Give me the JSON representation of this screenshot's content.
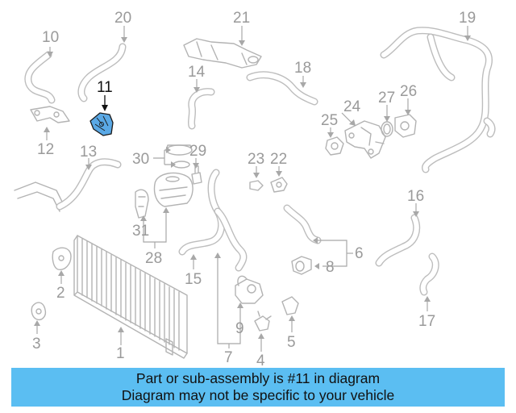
{
  "diagram": {
    "highlighted_part": "11",
    "highlight_color": "#5aa9e6",
    "callouts": [
      {
        "id": "c1",
        "label": "1"
      },
      {
        "id": "c2",
        "label": "2"
      },
      {
        "id": "c3",
        "label": "3"
      },
      {
        "id": "c4",
        "label": "4"
      },
      {
        "id": "c5",
        "label": "5"
      },
      {
        "id": "c6",
        "label": "6"
      },
      {
        "id": "c7",
        "label": "7"
      },
      {
        "id": "c8",
        "label": "8"
      },
      {
        "id": "c9",
        "label": "9"
      },
      {
        "id": "c10",
        "label": "10"
      },
      {
        "id": "c11",
        "label": "11"
      },
      {
        "id": "c12",
        "label": "12"
      },
      {
        "id": "c13",
        "label": "13"
      },
      {
        "id": "c14",
        "label": "14"
      },
      {
        "id": "c15",
        "label": "15"
      },
      {
        "id": "c16",
        "label": "16"
      },
      {
        "id": "c17",
        "label": "17"
      },
      {
        "id": "c18",
        "label": "18"
      },
      {
        "id": "c19",
        "label": "19"
      },
      {
        "id": "c20",
        "label": "20"
      },
      {
        "id": "c21",
        "label": "21"
      },
      {
        "id": "c22",
        "label": "22"
      },
      {
        "id": "c23",
        "label": "23"
      },
      {
        "id": "c24",
        "label": "24"
      },
      {
        "id": "c25",
        "label": "25"
      },
      {
        "id": "c26",
        "label": "26"
      },
      {
        "id": "c27",
        "label": "27"
      },
      {
        "id": "c28",
        "label": "28"
      },
      {
        "id": "c29",
        "label": "29"
      },
      {
        "id": "c30",
        "label": "30"
      },
      {
        "id": "c31",
        "label": "31"
      }
    ]
  },
  "banner": {
    "line1": "Part or sub-assembly is #11 in diagram",
    "line2": "Diagram may not be specific to your vehicle",
    "background": "#5bbef2"
  }
}
